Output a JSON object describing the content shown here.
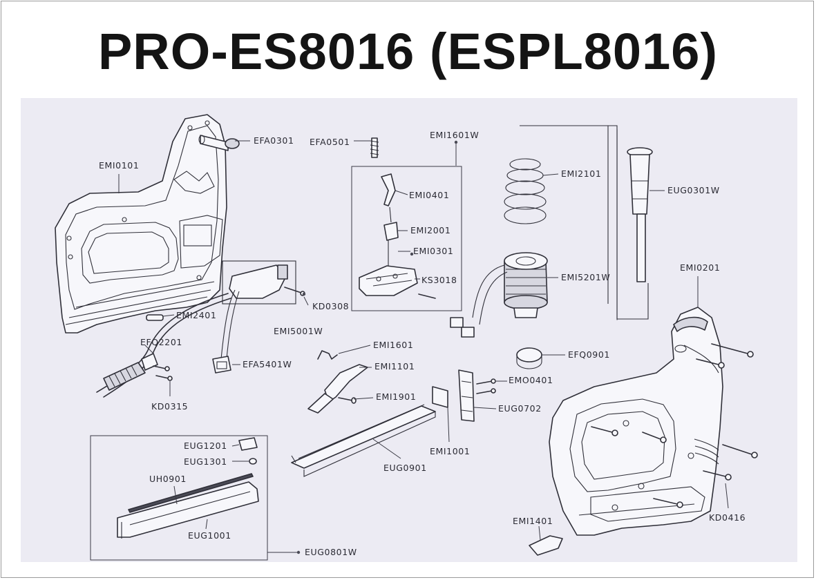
{
  "title": "PRO-ES8016 (ESPL8016)",
  "parts": {
    "EMI0101": "EMI0101",
    "EFA0301": "EFA0301",
    "EFA0501": "EFA0501",
    "EMI1601W": "EMI1601W",
    "EMI0401": "EMI0401",
    "EMI2001": "EMI2001",
    "EMI0301": "EMI0301",
    "KS3018": "KS3018",
    "EMI2101": "EMI2101",
    "EUG0301W": "EUG0301W",
    "EMI5201W": "EMI5201W",
    "EMI0201": "EMI0201",
    "KD0308": "KD0308",
    "EMI5001W": "EMI5001W",
    "EMI2401": "EMI2401",
    "EFQ2201": "EFQ2201",
    "EFA5401W": "EFA5401W",
    "KD0315": "KD0315",
    "EMI1601": "EMI1601",
    "EMI1101": "EMI1101",
    "EMI1901": "EMI1901",
    "EFQ0901": "EFQ0901",
    "EMO0401": "EMO0401",
    "EUG0702": "EUG0702",
    "EMI1001": "EMI1001",
    "EUG0901": "EUG0901",
    "EUG1201": "EUG1201",
    "EUG1301": "EUG1301",
    "UH0901": "UH0901",
    "EUG1001": "EUG1001",
    "EUG0801W": "EUG0801W",
    "EMI1401": "EMI1401",
    "KD0416": "KD0416"
  }
}
